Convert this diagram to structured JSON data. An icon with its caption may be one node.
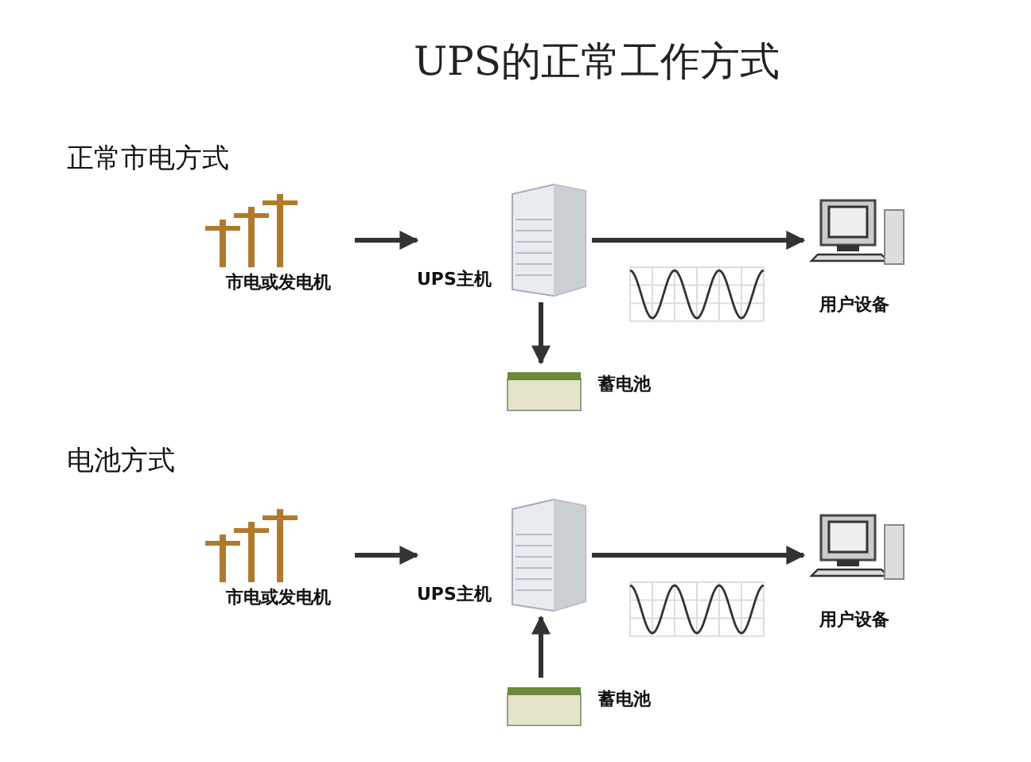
{
  "diagram": {
    "title": "UPS的正常工作方式",
    "nodes": [
      {
        "text": [
          "市电或发电机"
        ]
      },
      {
        "text": [
          "UPS主机"
        ]
      },
      {
        "text": [
          "用户设备"
        ]
      },
      {
        "text": [
          "蓄电池"
        ]
      },
      {
        "text": [
          "市电或发电机"
        ]
      },
      {
        "text": [
          "UPS主机"
        ]
      },
      {
        "text": [
          "用户设备"
        ]
      },
      {
        "text": [
          "蓄电池"
        ]
      }
    ],
    "edges": [
      {
        "from": 0,
        "to": 1,
        "arrow": "to"
      },
      {
        "from": 1,
        "to": 2,
        "arrow": "to"
      },
      {
        "from": 1,
        "to": 3,
        "arrow": "to"
      },
      {
        "from": 4,
        "to": 5,
        "arrow": "to"
      },
      {
        "from": 5,
        "to": 6,
        "arrow": "to"
      },
      {
        "from": 7,
        "to": 5,
        "arrow": "to"
      }
    ],
    "labels": [
      "正常市电方式",
      "电池方式"
    ]
  }
}
